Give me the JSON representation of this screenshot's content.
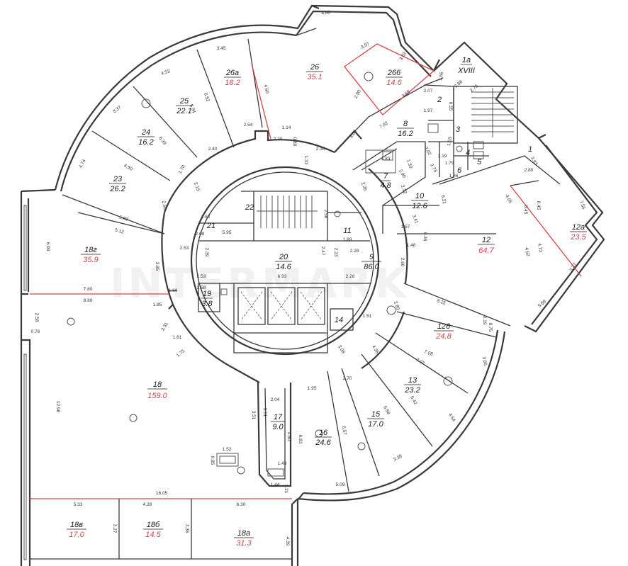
{
  "watermark": "INTERMARK",
  "rooms": [
    {
      "id": "1a",
      "num": "1a",
      "area": "XVIII",
      "area_color": "black"
    },
    {
      "id": "1",
      "num": "1",
      "area": "",
      "area_color": "black"
    },
    {
      "id": "2",
      "num": "2",
      "area": "",
      "area_color": "black"
    },
    {
      "id": "3",
      "num": "3",
      "area": "",
      "area_color": "black"
    },
    {
      "id": "4",
      "num": "4",
      "area": "",
      "area_color": "black"
    },
    {
      "id": "5",
      "num": "5",
      "area": "",
      "area_color": "black"
    },
    {
      "id": "6",
      "num": "6",
      "area": "",
      "area_color": "black"
    },
    {
      "id": "7",
      "num": "7",
      "area": "4.8",
      "area_color": "black"
    },
    {
      "id": "8",
      "num": "8",
      "area": "16.2",
      "area_color": "black"
    },
    {
      "id": "9",
      "num": "9",
      "area": "86.0",
      "area_color": "black"
    },
    {
      "id": "10",
      "num": "10",
      "area": "12.6",
      "area_color": "black"
    },
    {
      "id": "11",
      "num": "11",
      "area": "",
      "area_color": "black"
    },
    {
      "id": "12",
      "num": "12",
      "area": "64.7",
      "area_color": "red"
    },
    {
      "id": "12a",
      "num": "12a",
      "area": "23.5",
      "area_color": "red"
    },
    {
      "id": "126",
      "num": "126",
      "area": "24.8",
      "area_color": "red"
    },
    {
      "id": "13",
      "num": "13",
      "area": "23.2",
      "area_color": "black"
    },
    {
      "id": "14",
      "num": "14",
      "area": "",
      "area_color": "black"
    },
    {
      "id": "15",
      "num": "15",
      "area": "17.0",
      "area_color": "black"
    },
    {
      "id": "16",
      "num": "16",
      "area": "24.6",
      "area_color": "black"
    },
    {
      "id": "17",
      "num": "17",
      "area": "9.0",
      "area_color": "black"
    },
    {
      "id": "18",
      "num": "18",
      "area": "159.0",
      "area_color": "red"
    },
    {
      "id": "18r",
      "num": "18г",
      "area": "35.9",
      "area_color": "red"
    },
    {
      "id": "18v",
      "num": "18в",
      "area": "17.0",
      "area_color": "red"
    },
    {
      "id": "18b",
      "num": "18б",
      "area": "14.5",
      "area_color": "red"
    },
    {
      "id": "18a",
      "num": "18а",
      "area": "31.3",
      "area_color": "red"
    },
    {
      "id": "19",
      "num": "19",
      "area": "3.8",
      "area_color": "black"
    },
    {
      "id": "20",
      "num": "20",
      "area": "14.6",
      "area_color": "black"
    },
    {
      "id": "21",
      "num": "21",
      "area": "",
      "area_color": "black"
    },
    {
      "id": "22",
      "num": "22",
      "area": "",
      "area_color": "black"
    },
    {
      "id": "23",
      "num": "23",
      "area": "26.2",
      "area_color": "black"
    },
    {
      "id": "24",
      "num": "24",
      "area": "16.2",
      "area_color": "black"
    },
    {
      "id": "25",
      "num": "25",
      "area": "22.1",
      "area_color": "black"
    },
    {
      "id": "26",
      "num": "26",
      "area": "35.1",
      "area_color": "red"
    },
    {
      "id": "26a",
      "num": "26а",
      "area": "18.2",
      "area_color": "red"
    },
    {
      "id": "266",
      "num": "266",
      "area": "14.6",
      "area_color": "red"
    }
  ],
  "dimensions": [
    "4.86",
    "3.97",
    "3.62",
    "3.45",
    "4.53",
    "3.37",
    "4.74",
    "6.50",
    "6.39",
    "6.94",
    "6.52",
    "4.60",
    "2.54",
    "1.14",
    "2.20",
    "0.89",
    "2.30",
    "1.33",
    "2.40",
    "1.70",
    "2.19",
    "2.50",
    "5.03",
    "5.12",
    "6.00",
    "3.85",
    "7.80",
    "8.60",
    "2.58",
    "0.76",
    "12.98",
    "1.60",
    "1.85",
    "2.31",
    "1.61",
    "1.75",
    "2.53",
    "2.39",
    "5.95",
    "2.08",
    "1.60",
    "2.58",
    "1.89",
    "2.23",
    "2.47",
    "2.28",
    "6.93",
    "2.28",
    "2.53",
    "2.58",
    "1.51",
    "3.08",
    "4.36",
    "2.70",
    "1.95",
    "2.04",
    "3.51",
    "3.51",
    "4.50",
    "1.43",
    "1.44",
    "1.21",
    "6.83",
    "6.57",
    "6.58",
    "6.42",
    "7.07",
    "7.08",
    "4.54",
    "3.39",
    "5.09",
    "3.66",
    "0.75",
    "0.19",
    "8.25",
    "2.89",
    "2.60",
    "1.48",
    "0.36",
    "1.57",
    "3.41",
    "6.21",
    "4.05",
    "0.45",
    "0.45",
    "4.73",
    "4.62",
    "7.55",
    "3.27",
    "5.68",
    "2.80",
    "3.43",
    "2.75",
    "2.86",
    "1.66",
    "2.07",
    "1.97",
    "0.55",
    "1.53",
    "1.19",
    "1.79",
    "1.86",
    "2.73",
    "2.02",
    "1.30",
    "1.83",
    "2.90",
    "2.26",
    "2.12",
    "4.04",
    "7.02",
    "3.58",
    "2.90",
    "16.05",
    "5.33",
    "4.28",
    "6.30",
    "3.27",
    "3.36",
    "4.39",
    "1.52",
    "0.85"
  ]
}
